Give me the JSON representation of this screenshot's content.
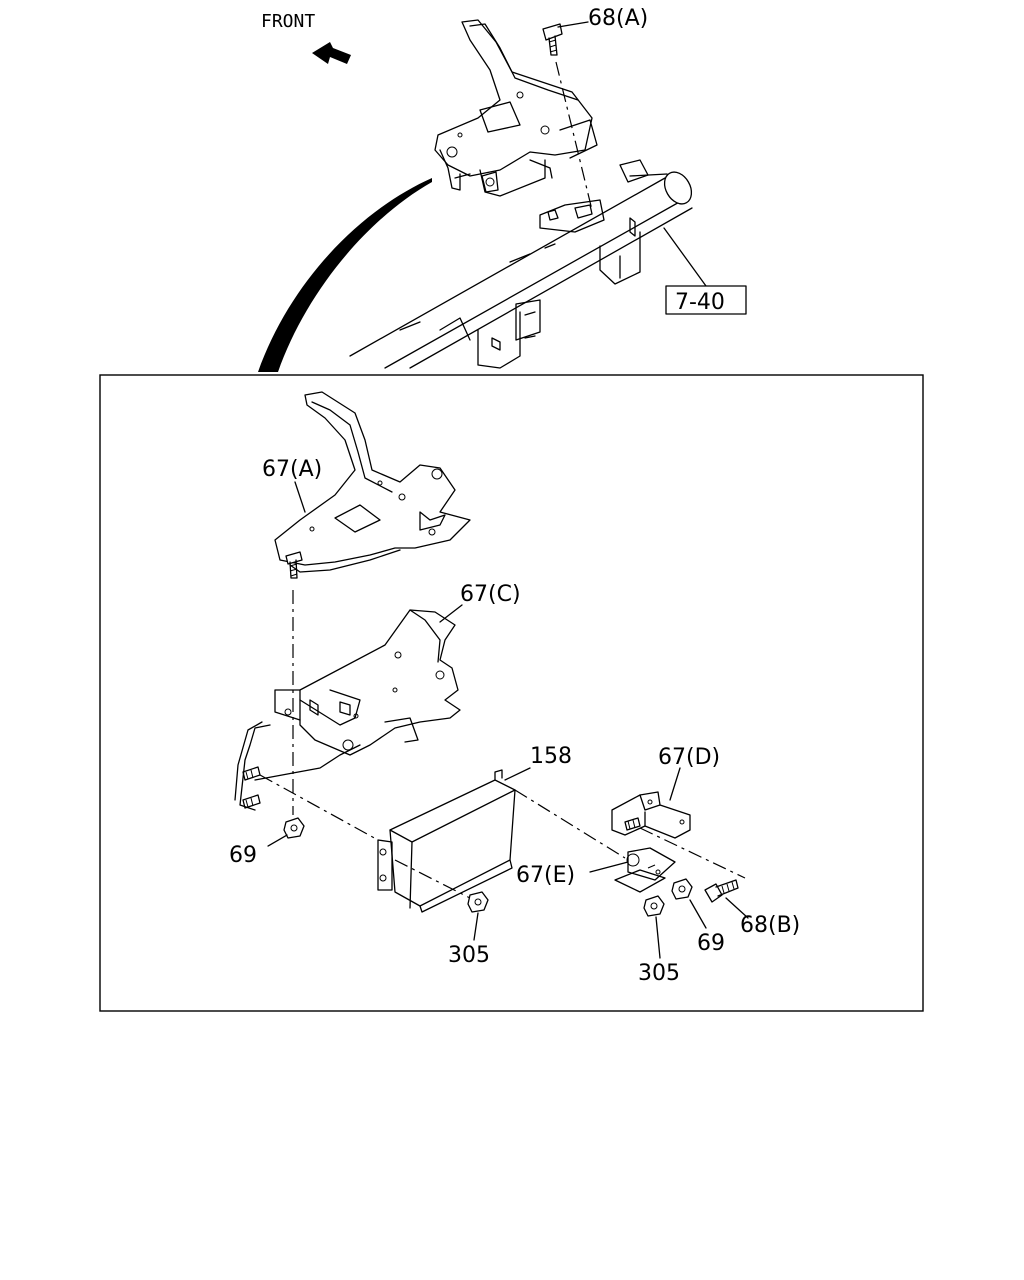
{
  "front_label": "FRONT",
  "ref_box_label": "7-40",
  "labels": {
    "p68A": "68(A)",
    "p67A": "67(A)",
    "p67C": "67(C)",
    "p158": "158",
    "p67D": "67(D)",
    "p69_left": "69",
    "p67E": "67(E)",
    "p305_left": "305",
    "p69_right": "69",
    "p68B": "68(B)",
    "p305_right": "305"
  }
}
